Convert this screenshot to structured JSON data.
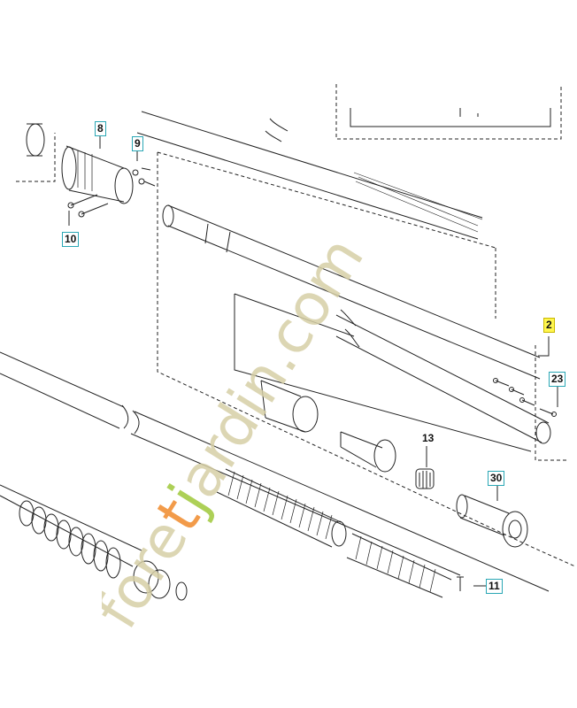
{
  "callouts": [
    {
      "label": "8",
      "highlight": false
    },
    {
      "label": "9",
      "highlight": false
    },
    {
      "label": "10",
      "highlight": false
    },
    {
      "label": "2",
      "highlight": true
    },
    {
      "label": "23",
      "highlight": false
    },
    {
      "label": "13",
      "highlight": false
    },
    {
      "label": "30",
      "highlight": false
    },
    {
      "label": "11",
      "highlight": false
    }
  ],
  "watermark": {
    "text": "foretjardin.com",
    "colors": {
      "main": "#d6cfa6",
      "accent_t": "#f08a2a",
      "accent_j": "#9fc83a"
    }
  },
  "colors": {
    "line": "#222222",
    "callout_border": "#2aa7b5",
    "highlight_fill": "#fff64d"
  }
}
